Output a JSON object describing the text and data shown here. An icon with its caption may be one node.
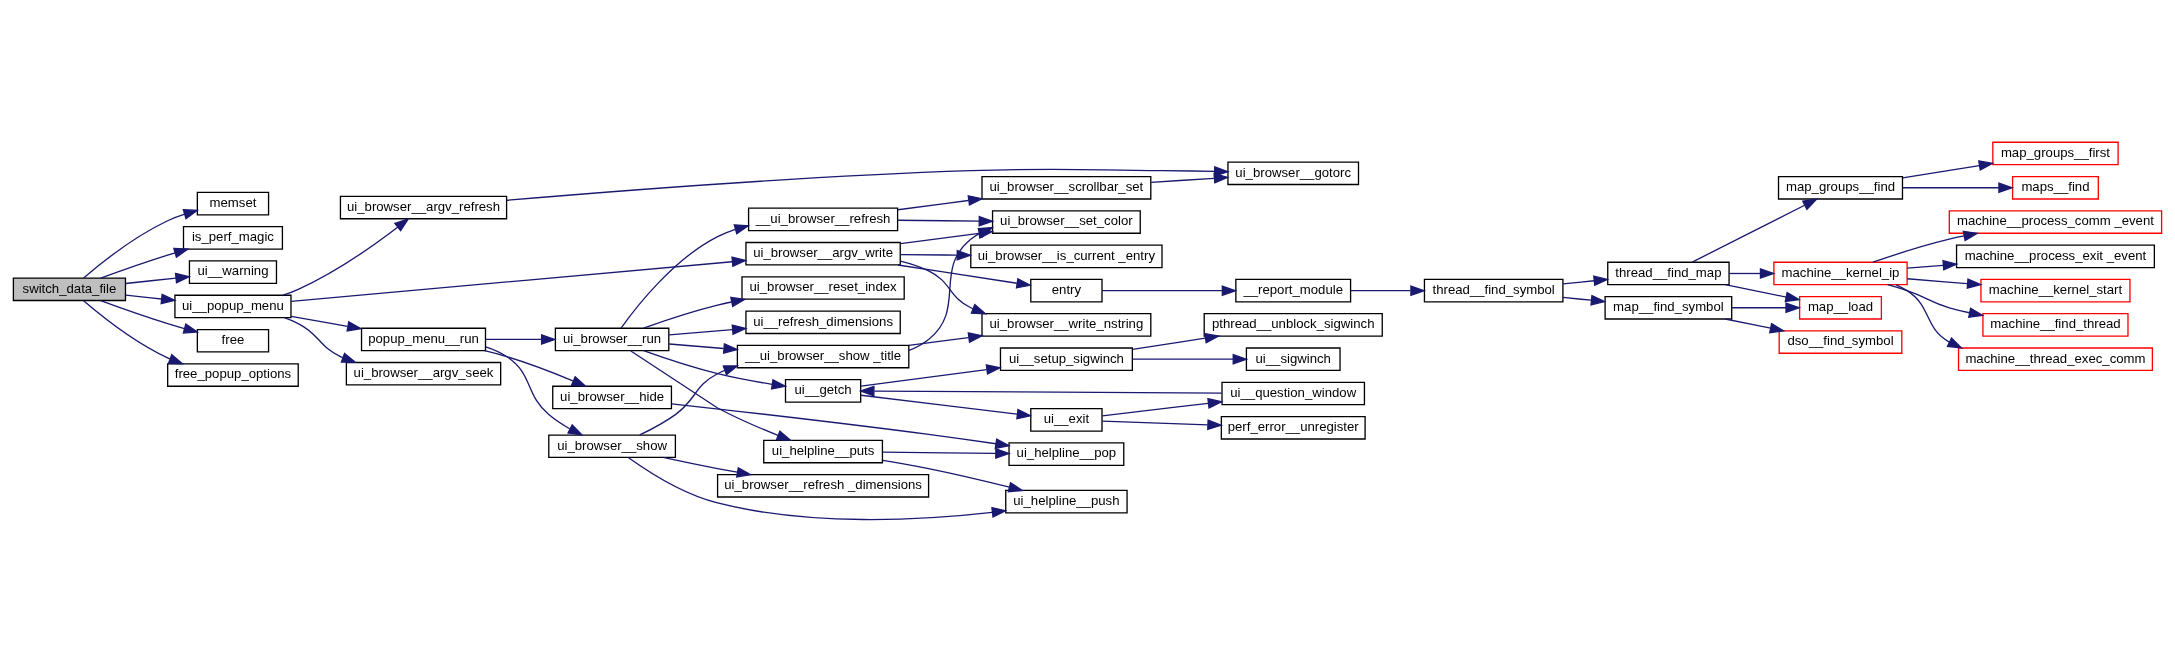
{
  "diagram": {
    "nodes": [
      {
        "text": [
          "switch_data_file"
        ]
      },
      {
        "text": [
          "memset"
        ]
      },
      {
        "text": [
          "is_perf_magic"
        ]
      },
      {
        "text": [
          "ui__warning"
        ]
      },
      {
        "text": [
          "ui__popup_menu"
        ]
      },
      {
        "text": [
          "free"
        ]
      },
      {
        "text": [
          "free_popup_options"
        ]
      },
      {
        "text": [
          "ui_browser__argv_refresh"
        ]
      },
      {
        "text": [
          "ui_browser__argv_seek"
        ]
      },
      {
        "text": [
          "popup_menu__run"
        ]
      },
      {
        "text": [
          "ui_browser__run"
        ]
      },
      {
        "text": [
          "ui_browser__hide"
        ]
      },
      {
        "text": [
          "ui_browser__show"
        ]
      },
      {
        "text": [
          "__ui_browser__refresh"
        ]
      },
      {
        "text": [
          "ui_browser__argv_write"
        ]
      },
      {
        "text": [
          "ui_browser__reset_index"
        ]
      },
      {
        "text": [
          "ui__refresh_dimensions"
        ]
      },
      {
        "text": [
          "__ui_browser__show _title"
        ]
      },
      {
        "text": [
          "ui__getch"
        ]
      },
      {
        "text": [
          "ui_helpline__puts"
        ]
      },
      {
        "text": [
          "ui_browser__refresh _dimensions"
        ]
      },
      {
        "text": [
          "ui_browser__scrollbar_set"
        ]
      },
      {
        "text": [
          "ui_browser__is_current _entry"
        ]
      },
      {
        "text": [
          "entry"
        ]
      },
      {
        "text": [
          "ui_browser__set_color"
        ]
      },
      {
        "text": [
          "ui_browser__write_nstring"
        ]
      },
      {
        "text": [
          "ui__setup_sigwinch"
        ]
      },
      {
        "text": [
          "ui__exit"
        ]
      },
      {
        "text": [
          "ui_helpline__pop"
        ]
      },
      {
        "text": [
          "ui_helpline__push"
        ]
      },
      {
        "text": [
          "ui_browser__gotorc"
        ]
      },
      {
        "text": [
          "pthread__unblock_sigwinch"
        ]
      },
      {
        "text": [
          "ui__sigwinch"
        ]
      },
      {
        "text": [
          "ui__question_window"
        ]
      },
      {
        "text": [
          "perf_error__unregister"
        ]
      },
      {
        "text": [
          "__report_module"
        ]
      },
      {
        "text": [
          "thread__find_symbol"
        ]
      },
      {
        "text": [
          "thread__find_map"
        ]
      },
      {
        "text": [
          "map__find_symbol"
        ]
      },
      {
        "text": [
          "map_groups__find"
        ]
      },
      {
        "text": [
          "map__load"
        ]
      },
      {
        "text": [
          "dso__find_symbol"
        ]
      },
      {
        "text": [
          "machine__kernel_ip"
        ]
      },
      {
        "text": [
          "map_groups__first"
        ]
      },
      {
        "text": [
          "maps__find"
        ]
      },
      {
        "text": [
          "machine__process_comm _event"
        ]
      },
      {
        "text": [
          "machine__process_exit _event"
        ]
      },
      {
        "text": [
          "machine__kernel_start"
        ]
      },
      {
        "text": [
          "machine__find_thread"
        ]
      },
      {
        "text": [
          "machine__thread_exec_comm"
        ]
      }
    ],
    "edges": [
      {
        "from": 0,
        "to": 1,
        "arrow": "to"
      },
      {
        "from": 0,
        "to": 2,
        "arrow": "to"
      },
      {
        "from": 0,
        "to": 3,
        "arrow": "to"
      },
      {
        "from": 0,
        "to": 4,
        "arrow": "to"
      },
      {
        "from": 0,
        "to": 5,
        "arrow": "to"
      },
      {
        "from": 0,
        "to": 6,
        "arrow": "to"
      },
      {
        "from": 4,
        "to": 7,
        "arrow": "to"
      },
      {
        "from": 4,
        "to": 8,
        "arrow": "to"
      },
      {
        "from": 4,
        "to": 14,
        "arrow": "to"
      },
      {
        "from": 4,
        "to": 9,
        "arrow": "to"
      },
      {
        "from": 7,
        "to": 30,
        "arrow": "to"
      },
      {
        "from": 9,
        "to": 10,
        "arrow": "to"
      },
      {
        "from": 9,
        "to": 11,
        "arrow": "to"
      },
      {
        "from": 9,
        "to": 12,
        "arrow": "to"
      },
      {
        "from": 10,
        "to": 13,
        "arrow": "to"
      },
      {
        "from": 10,
        "to": 15,
        "arrow": "to"
      },
      {
        "from": 10,
        "to": 16,
        "arrow": "to"
      },
      {
        "from": 10,
        "to": 17,
        "arrow": "to"
      },
      {
        "from": 10,
        "to": 18,
        "arrow": "to"
      },
      {
        "from": 10,
        "to": 19,
        "arrow": "to"
      },
      {
        "from": 11,
        "to": 28,
        "arrow": "to"
      },
      {
        "from": 12,
        "to": 17,
        "arrow": "to"
      },
      {
        "from": 12,
        "to": 20,
        "arrow": "to"
      },
      {
        "from": 12,
        "to": 29,
        "arrow": "to"
      },
      {
        "from": 13,
        "to": 21,
        "arrow": "to"
      },
      {
        "from": 13,
        "to": 24,
        "arrow": "to"
      },
      {
        "from": 14,
        "to": 22,
        "arrow": "to"
      },
      {
        "from": 14,
        "to": 23,
        "arrow": "to"
      },
      {
        "from": 14,
        "to": 24,
        "arrow": "to"
      },
      {
        "from": 14,
        "to": 25,
        "arrow": "to"
      },
      {
        "from": 17,
        "to": 24,
        "arrow": "to"
      },
      {
        "from": 17,
        "to": 25,
        "arrow": "to"
      },
      {
        "from": 18,
        "to": 26,
        "arrow": "to"
      },
      {
        "from": 18,
        "to": 27,
        "arrow": "to"
      },
      {
        "from": 19,
        "to": 28,
        "arrow": "to"
      },
      {
        "from": 19,
        "to": 29,
        "arrow": "to"
      },
      {
        "from": 21,
        "to": 30,
        "arrow": "to"
      },
      {
        "from": 23,
        "to": 35,
        "arrow": "to"
      },
      {
        "from": 26,
        "to": 31,
        "arrow": "to"
      },
      {
        "from": 26,
        "to": 32,
        "arrow": "to"
      },
      {
        "from": 27,
        "to": 33,
        "arrow": "to"
      },
      {
        "from": 27,
        "to": 34,
        "arrow": "to"
      },
      {
        "from": 33,
        "to": 18,
        "arrow": "to"
      },
      {
        "from": 35,
        "to": 36,
        "arrow": "to"
      },
      {
        "from": 36,
        "to": 37,
        "arrow": "to"
      },
      {
        "from": 36,
        "to": 38,
        "arrow": "to"
      },
      {
        "from": 37,
        "to": 39,
        "arrow": "to"
      },
      {
        "from": 37,
        "to": 40,
        "arrow": "to"
      },
      {
        "from": 37,
        "to": 42,
        "arrow": "to"
      },
      {
        "from": 38,
        "to": 40,
        "arrow": "to"
      },
      {
        "from": 38,
        "to": 41,
        "arrow": "to"
      },
      {
        "from": 39,
        "to": 43,
        "arrow": "to"
      },
      {
        "from": 39,
        "to": 44,
        "arrow": "to"
      },
      {
        "from": 42,
        "to": 45,
        "arrow": "to"
      },
      {
        "from": 42,
        "to": 46,
        "arrow": "to"
      },
      {
        "from": 42,
        "to": 47,
        "arrow": "to"
      },
      {
        "from": 42,
        "to": 48,
        "arrow": "to"
      },
      {
        "from": 42,
        "to": 49,
        "arrow": "to"
      }
    ]
  }
}
